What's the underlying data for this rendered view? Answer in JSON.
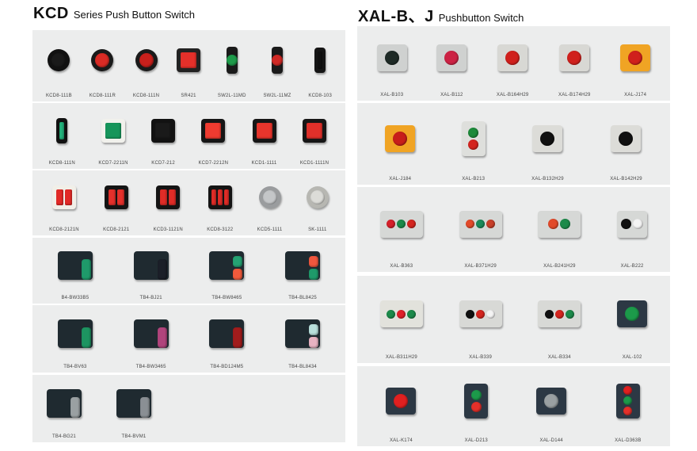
{
  "left": {
    "title_bold": "KCD",
    "title_rest": "Series Push Button Switch",
    "rows": [
      [
        {
          "label": "KCD8-111B",
          "body": "#111111",
          "parts": [
            "#1a1a1a"
          ],
          "shape": "round"
        },
        {
          "label": "KCD8-111R",
          "body": "#1a1a1a",
          "parts": [
            "#d92b25"
          ],
          "shape": "round"
        },
        {
          "label": "KCD8-111N",
          "body": "#1a1a1a",
          "parts": [
            "#c8201c"
          ],
          "shape": "round"
        },
        {
          "label": "SR421",
          "body": "#222222",
          "parts": [
            "#e4302a"
          ],
          "shape": "rocker"
        },
        {
          "label": "SW2L-11MD",
          "body": "#1a1a1a",
          "parts": [
            "#1e9a4a"
          ],
          "shape": "mushroom"
        },
        {
          "label": "SW2L-11MZ",
          "body": "#1a1a1a",
          "parts": [
            "#d02a26"
          ],
          "shape": "mushroom"
        },
        {
          "label": "KCD8-103",
          "body": "#151515",
          "parts": [
            "#111111"
          ],
          "shape": "slim"
        }
      ],
      [
        {
          "label": "KCD8-111N",
          "body": "#111111",
          "parts": [
            "#22b07a"
          ],
          "shape": "slim"
        },
        {
          "label": "KCD7-2211N",
          "body": "#f1f1ec",
          "parts": [
            "#16955a"
          ],
          "shape": "rocker"
        },
        {
          "label": "KCD7-212",
          "body": "#121212",
          "parts": [
            "#1a1a1a"
          ],
          "shape": "rocker"
        },
        {
          "label": "KCD7-2212N",
          "body": "#161616",
          "parts": [
            "#ef3b30"
          ],
          "shape": "rocker"
        },
        {
          "label": "KCD1-1111",
          "body": "#161616",
          "parts": [
            "#e8352c"
          ],
          "shape": "rocker"
        },
        {
          "label": "KCD1-1111N",
          "body": "#161616",
          "parts": [
            "#e0302a"
          ],
          "shape": "rocker"
        }
      ],
      [
        {
          "label": "KCD8-2121N",
          "body": "#f1efe8",
          "parts": [
            "#e22a26",
            "#e22a26"
          ],
          "shape": "rocker"
        },
        {
          "label": "KCD8-2121",
          "body": "#141414",
          "parts": [
            "#e5302b",
            "#e5302b"
          ],
          "shape": "rocker"
        },
        {
          "label": "KCD3-1121N",
          "body": "#141414",
          "parts": [
            "#e02c27",
            "#e02c27"
          ],
          "shape": "rocker"
        },
        {
          "label": "KCD8-3122",
          "body": "#141414",
          "parts": [
            "#e02c27",
            "#e02c27",
            "#e02c27"
          ],
          "shape": "rocker"
        },
        {
          "label": "KCD5-1111",
          "body": "#9a9c9e",
          "parts": [
            "#c4c6c8"
          ],
          "shape": "round"
        },
        {
          "label": "SK-1111",
          "body": "#b7b7b2",
          "parts": [
            "#dcdcd8"
          ],
          "shape": "round"
        }
      ],
      [
        {
          "label": "B4-BW33B5",
          "body": "#1f2a30",
          "parts": [
            "#1f9a6a"
          ],
          "shape": "module"
        },
        {
          "label": "TB4-BJ21",
          "body": "#1f2a30",
          "parts": [
            "#1b1f28"
          ],
          "shape": "module"
        },
        {
          "label": "TB4-BW8465",
          "body": "#1f2a30",
          "parts": [
            "#25a273",
            "#f05a3c"
          ],
          "shape": "module"
        },
        {
          "label": "TB4-BL8425",
          "body": "#1f2a30",
          "parts": [
            "#f0573e",
            "#1f9a6a"
          ],
          "shape": "module"
        }
      ],
      [
        {
          "label": "TB4-BV63",
          "body": "#1f2a30",
          "parts": [
            "#1d9461"
          ],
          "shape": "module"
        },
        {
          "label": "TB4-BW3465",
          "body": "#1f2a30",
          "parts": [
            "#b0447c"
          ],
          "shape": "module"
        },
        {
          "label": "TB4-BD124M5",
          "body": "#1f2a30",
          "parts": [
            "#a11c1c"
          ],
          "shape": "module"
        },
        {
          "label": "TB4-BL8434",
          "body": "#1f2a30",
          "parts": [
            "#b9e0dc",
            "#e8b3c2"
          ],
          "shape": "module"
        }
      ],
      [
        {
          "label": "TB4-BG21",
          "body": "#1f2a30",
          "parts": [
            "#9aa0a2"
          ],
          "shape": "module"
        },
        {
          "label": "TB4-BVM1",
          "body": "#1f2a30",
          "parts": [
            "#8a8f94"
          ],
          "shape": "module"
        }
      ]
    ]
  },
  "right": {
    "title_bold": "XAL-B、J",
    "title_rest": "Pushbutton Switch",
    "rows": [
      [
        {
          "label": "XAL-B103",
          "body": "#cfd1d0",
          "parts": [
            "#1e2a26"
          ],
          "shape": "box"
        },
        {
          "label": "XAL-B112",
          "body": "#cfd1d0",
          "parts": [
            "#cc2244"
          ],
          "shape": "box"
        },
        {
          "label": "XAL-B164H29",
          "body": "#d8d8d4",
          "parts": [
            "#d0201c"
          ],
          "shape": "box"
        },
        {
          "label": "XAL-B174H29",
          "body": "#d8d8d4",
          "parts": [
            "#d0201c"
          ],
          "shape": "box"
        },
        {
          "label": "XAL-J174",
          "body": "#f0a424",
          "parts": [
            "#d0201c"
          ],
          "shape": "box"
        }
      ],
      [
        {
          "label": "XAL-J184",
          "body": "#f0a424",
          "parts": [
            "#c81e1a"
          ],
          "shape": "box"
        },
        {
          "label": "XAL-B213",
          "body": "#dedfdc",
          "parts": [
            "#1d8a3a",
            "#d4251f"
          ],
          "shape": "tallbox"
        },
        {
          "label": "XAL-B132H29",
          "body": "#dcdcd8",
          "parts": [
            "#111111"
          ],
          "shape": "box"
        },
        {
          "label": "XAL-B142H29",
          "body": "#dcdcd8",
          "parts": [
            "#111111"
          ],
          "shape": "box"
        }
      ],
      [
        {
          "label": "XAL-B363",
          "body": "#d6d8d6",
          "parts": [
            "#d4202a",
            "#1c8a4a",
            "#d4251f"
          ],
          "shape": "widebox"
        },
        {
          "label": "XAL-B371H29",
          "body": "#d6d8d6",
          "parts": [
            "#e24a2a",
            "#1c8a5a",
            "#c8402a"
          ],
          "shape": "widebox"
        },
        {
          "label": "XAL-B241H29",
          "body": "#d6d8d6",
          "parts": [
            "#e24a2a",
            "#1c8a4a"
          ],
          "shape": "widebox"
        },
        {
          "label": "XAL-B222",
          "body": "#d6d8d6",
          "parts": [
            "#111111",
            "#f4f4f4"
          ],
          "shape": "box"
        }
      ],
      [
        {
          "label": "XAL-B311H29",
          "body": "#e2e2dc",
          "parts": [
            "#1c8a4a",
            "#e0202a",
            "#1c8a4a"
          ],
          "shape": "widebox"
        },
        {
          "label": "XAL-B339",
          "body": "#d8d9d6",
          "parts": [
            "#111111",
            "#d4251f",
            "#f4f4f4"
          ],
          "shape": "widebox"
        },
        {
          "label": "XAL-B334",
          "body": "#d8d9d6",
          "parts": [
            "#111111",
            "#d4251f",
            "#1c8a4a"
          ],
          "shape": "widebox"
        },
        {
          "label": "XAL-102",
          "body": "#2c3844",
          "parts": [
            "#1c9a4a"
          ],
          "shape": "box"
        }
      ],
      [
        {
          "label": "XAL-K174",
          "body": "#2c3844",
          "parts": [
            "#e02020"
          ],
          "shape": "box"
        },
        {
          "label": "XAL-D213",
          "body": "#2c3844",
          "parts": [
            "#1c9a4a",
            "#e4302a"
          ],
          "shape": "tallbox"
        },
        {
          "label": "XAL-D144",
          "body": "#2c3844",
          "parts": [
            "#9aa0a2"
          ],
          "shape": "box"
        },
        {
          "label": "XAL-D363B",
          "body": "#2c3844",
          "parts": [
            "#e02020",
            "#1c9a4a",
            "#e4302a"
          ],
          "shape": "tallbox"
        }
      ]
    ]
  },
  "colors": {
    "panel_bg": "#eceded",
    "label": "#444444"
  }
}
